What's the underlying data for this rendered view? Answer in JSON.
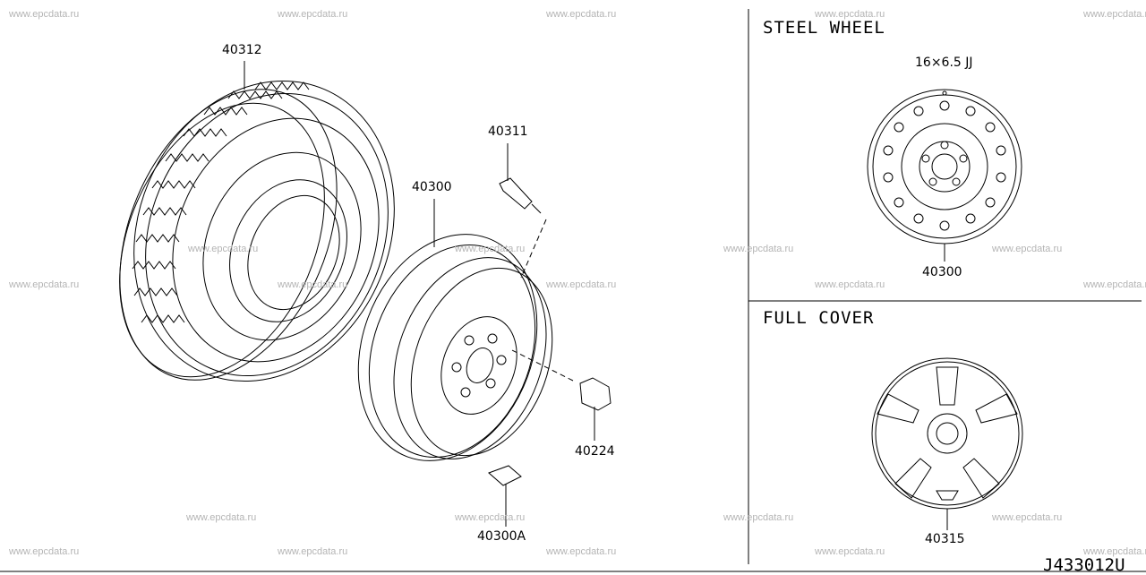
{
  "watermark_text": "www.epcdata.ru",
  "parts": {
    "tire": "40312",
    "valve": "40311",
    "wheel": "40300",
    "nut": "40224",
    "weight": "40300A",
    "steel_wheel": "40300",
    "full_cover": "40315"
  },
  "sections": {
    "steel_wheel": {
      "title": "STEEL WHEEL",
      "size": "16×6.5 JJ"
    },
    "full_cover": {
      "title": "FULL COVER"
    }
  },
  "drawing_code": "J433012U"
}
